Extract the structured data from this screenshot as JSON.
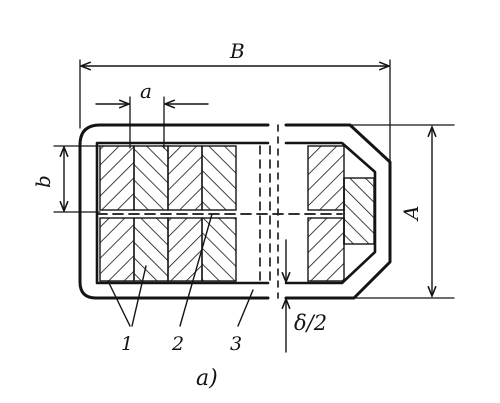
{
  "figure": {
    "dim_B": "B",
    "dim_a": "a",
    "dim_b": "b",
    "dim_A": "A",
    "delta": "δ/2",
    "part_1": "1",
    "part_2": "2",
    "part_3": "3",
    "caption": "a)"
  },
  "colors": {
    "ink": "#141414",
    "paper": "#ffffff"
  }
}
